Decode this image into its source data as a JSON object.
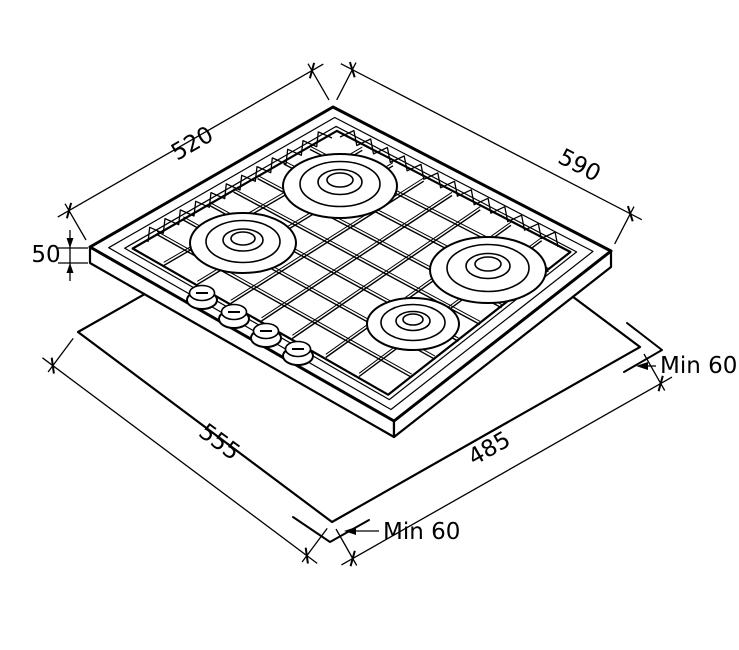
{
  "figure": {
    "burner_count": 4,
    "knob_count": 4
  },
  "dimensions": {
    "hob_depth": {
      "label": "520"
    },
    "hob_width": {
      "label": "590"
    },
    "hob_height": {
      "label": "50"
    },
    "cutout_width": {
      "label": "555"
    },
    "cutout_depth": {
      "label": "485"
    },
    "clearance_right": {
      "label": "Min 60"
    },
    "clearance_bottom": {
      "label": "Min 60"
    }
  },
  "colors": {
    "line": "#000000",
    "background": "#ffffff"
  }
}
